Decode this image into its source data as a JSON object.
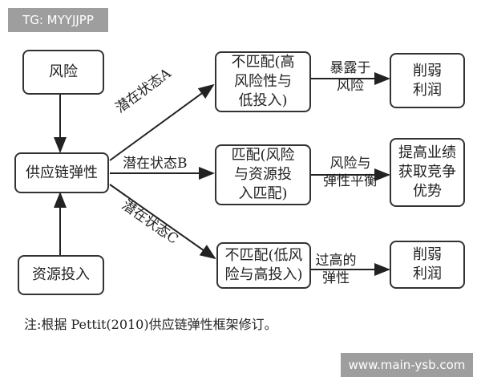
{
  "watermarks": {
    "top_left": "TG: MYYJJPP",
    "bottom_right": "www.main-ysb.com"
  },
  "nodes": {
    "risk": "风险",
    "resilience": "供应链弹性",
    "resource": "资源投入",
    "state_a_box": [
      "不匹配(高",
      "风险性与",
      "低投入)"
    ],
    "state_b_box": [
      "匹配(风险",
      "与资源投",
      "入匹配)"
    ],
    "state_c_box": [
      "不匹配(低风",
      "险与高投入)"
    ],
    "result_a": [
      "削弱",
      "利润"
    ],
    "result_b": [
      "提高业绩",
      "获取竞争",
      "优势"
    ],
    "result_c": [
      "削弱",
      "利润"
    ]
  },
  "edges": {
    "state_a": "潜在状态A",
    "state_b": "潜在状态B",
    "state_c": "潜在状态C",
    "to_result_a": [
      "暴露于",
      "风险"
    ],
    "to_result_b": [
      "风险与",
      "弹性平衡"
    ],
    "to_result_c": [
      "过高的",
      "弹性"
    ]
  },
  "note": "注:根据 Pettit(2010)供应链弹性框架修订。"
}
